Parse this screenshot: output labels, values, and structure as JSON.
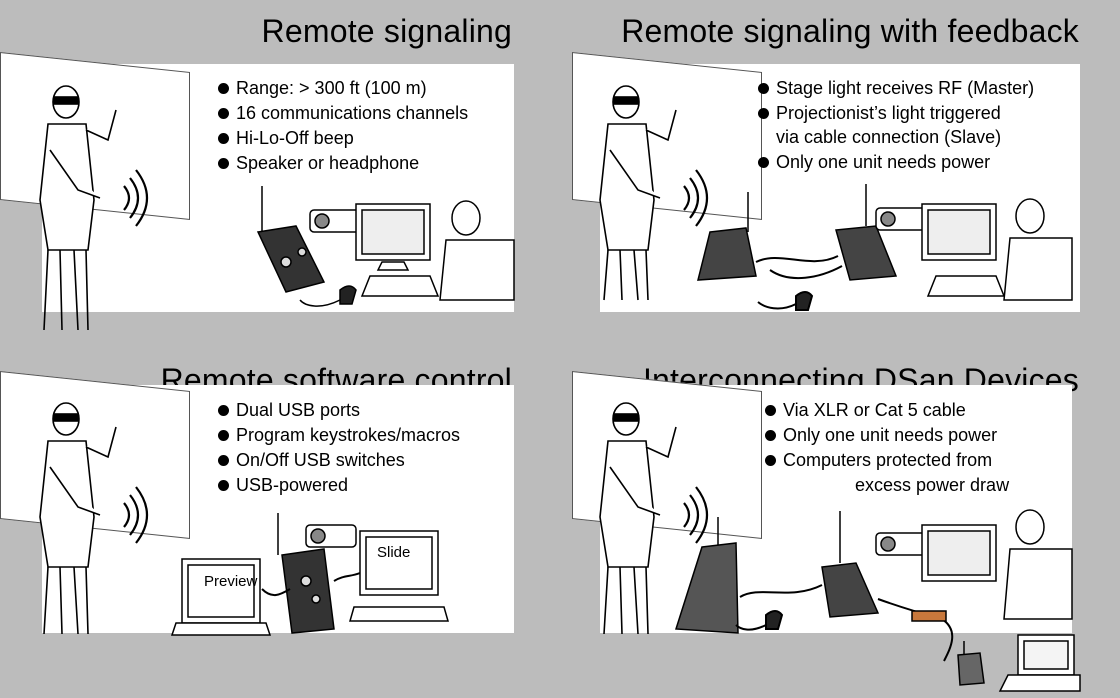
{
  "quadrants": [
    {
      "title": "Remote signaling",
      "bullets": [
        "Range: > 300 ft (100 m)",
        "16 communications channels",
        "Hi-Lo-Off beep",
        "Speaker or headphone"
      ]
    },
    {
      "title": "Remote signaling with feedback",
      "bullets": [
        "Stage light receives RF (Master)",
        "Projectionist’s light triggered",
        "via cable connection (Slave)",
        "Only one unit needs power"
      ]
    },
    {
      "title": "Remote software control",
      "bullets": [
        "Dual USB ports",
        "Program keystrokes/macros",
        "On/Off USB switches",
        "USB-powered"
      ],
      "monitor_labels": {
        "preview": "Preview",
        "slide": "Slide"
      }
    },
    {
      "title": "Interconnecting DSan Devices",
      "bullets": [
        "Via XLR or Cat 5 cable",
        "Only one unit needs power",
        "Computers protected from",
        "excess power draw"
      ]
    }
  ]
}
